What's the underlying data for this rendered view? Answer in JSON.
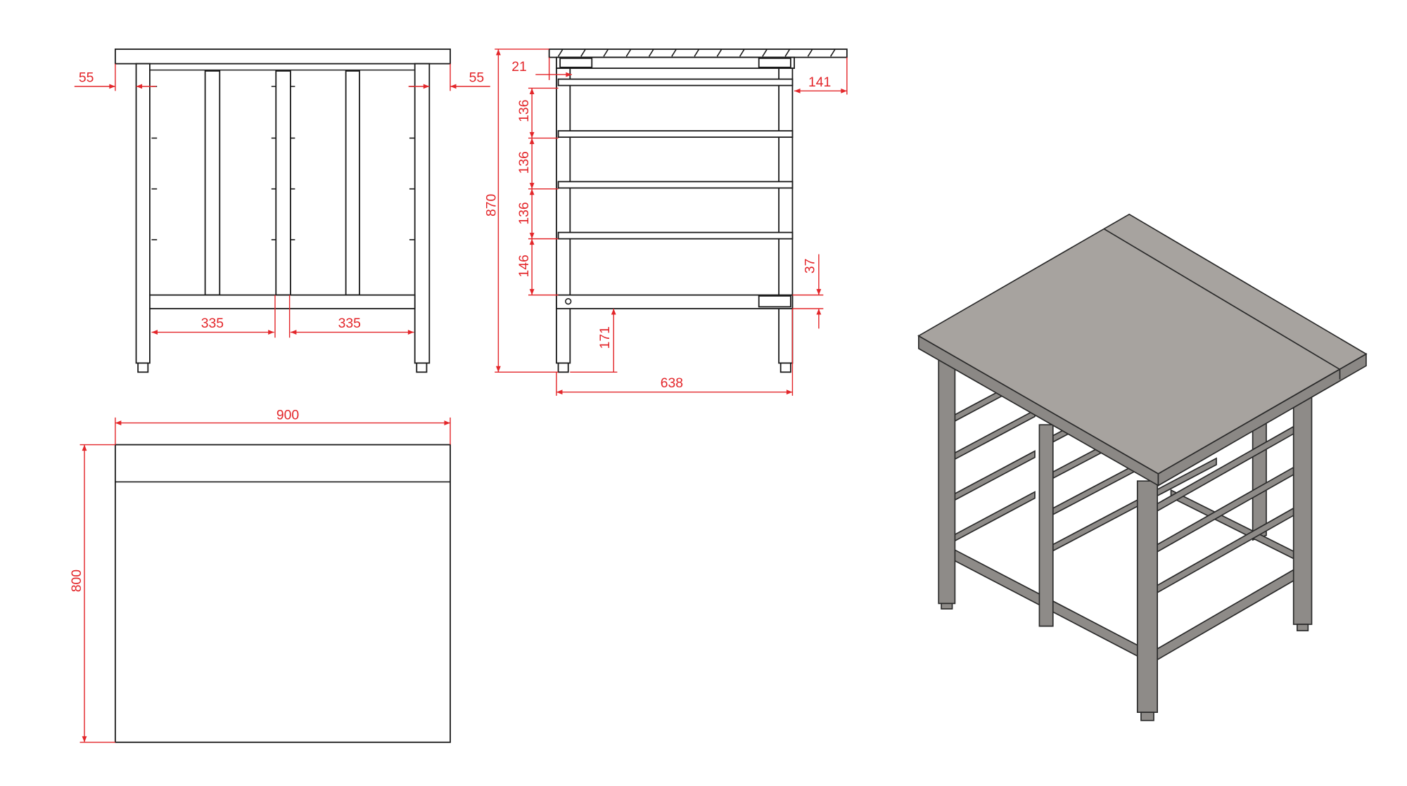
{
  "front_view": {
    "dim_left_offset": "55",
    "dim_right_offset": "55",
    "dim_bay_left": "335",
    "dim_bay_right": "335"
  },
  "side_view": {
    "dim_height": "870",
    "dim_top_gap": "21",
    "dim_overhang": "141",
    "dim_runner_1": "136",
    "dim_runner_2": "136",
    "dim_runner_3": "136",
    "dim_runner_4": "146",
    "dim_bottom_rail": "37",
    "dim_clearance": "171",
    "dim_depth": "638"
  },
  "top_view": {
    "dim_width": "900",
    "dim_length": "800"
  },
  "colors": {
    "dimension": "#e3262a",
    "line": "#1a1a1a",
    "iso_top": "#a7a39f",
    "iso_frame": "#8e8b88"
  }
}
